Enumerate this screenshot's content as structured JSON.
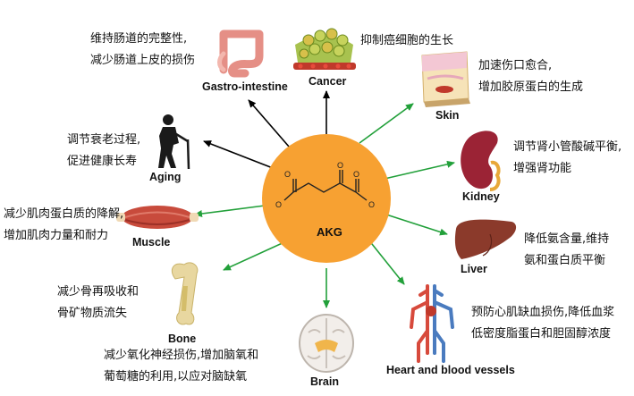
{
  "center": {
    "label": "AKG",
    "color": "#F7A132"
  },
  "colors": {
    "inhibit_arrow": "#000000",
    "promote_arrow": "#22A03A"
  },
  "organs": [
    {
      "id": "gastro",
      "label": "Gastro-intestine",
      "icon": "intestine-icon",
      "effect": "inhibit",
      "desc": [
        "维持肠道的完整性,",
        "减少肠道上皮的损伤"
      ]
    },
    {
      "id": "cancer",
      "label": "Cancer",
      "icon": "cancer-cells-icon",
      "effect": "inhibit",
      "desc": [
        "抑制癌细胞的生长"
      ]
    },
    {
      "id": "skin",
      "label": "Skin",
      "icon": "skin-icon",
      "effect": "promote",
      "desc": [
        "加速伤口愈合,",
        "增加胶原蛋白的生成"
      ]
    },
    {
      "id": "aging",
      "label": "Aging",
      "icon": "elderly-person-icon",
      "effect": "inhibit",
      "desc": [
        "调节衰老过程,",
        "促进健康长寿"
      ]
    },
    {
      "id": "kidney",
      "label": "Kidney",
      "icon": "kidney-icon",
      "effect": "promote",
      "desc": [
        "调节肾小管酸碱平衡,",
        "增强肾功能"
      ]
    },
    {
      "id": "muscle",
      "label": "Muscle",
      "icon": "muscle-icon",
      "effect": "promote",
      "desc": [
        "减少肌肉蛋白质的降解,",
        "增加肌肉力量和耐力"
      ]
    },
    {
      "id": "liver",
      "label": "Liver",
      "icon": "liver-icon",
      "effect": "promote",
      "desc": [
        "降低氨含量,维持",
        "氨和蛋白质平衡"
      ]
    },
    {
      "id": "bone",
      "label": "Bone",
      "icon": "bone-icon",
      "effect": "promote",
      "desc": [
        "减少骨再吸收和",
        "骨矿物质流失"
      ]
    },
    {
      "id": "heart",
      "label": "Heart and blood vessels",
      "icon": "heart-vessels-icon",
      "effect": "promote",
      "desc": [
        "预防心肌缺血损伤,降低血浆",
        "低密度脂蛋白和胆固醇浓度"
      ]
    },
    {
      "id": "brain",
      "label": "Brain",
      "icon": "brain-icon",
      "effect": "promote",
      "desc": [
        "减少氧化神经损伤,增加脑氧和",
        "葡萄糖的利用,以应对脑缺氧"
      ]
    }
  ]
}
